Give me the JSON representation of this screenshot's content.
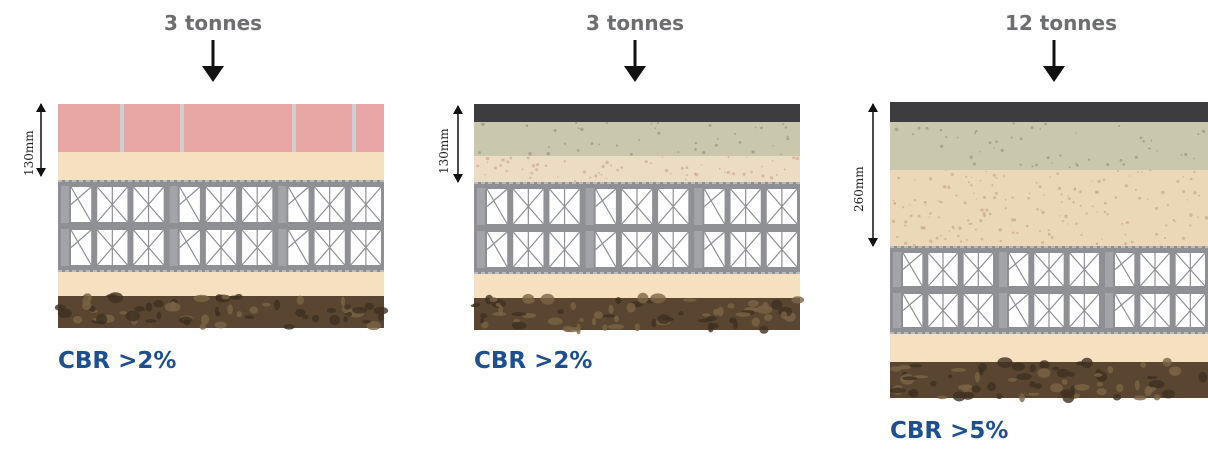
{
  "diagram": {
    "panels": [
      {
        "load": "3 tonnes",
        "depth": "130mm",
        "cbr": "CBR >2%",
        "surface": "block paving"
      },
      {
        "load": "3 tonnes",
        "depth": "130mm",
        "cbr": "CBR >2%",
        "surface": "asphalt"
      },
      {
        "load": "12 tonnes",
        "depth": "260mm",
        "cbr": "CBR >5%",
        "surface": "asphalt"
      }
    ],
    "colors": {
      "label": "#6d6e70",
      "cbr": "#1d4f91",
      "paving": "#e8a7a4",
      "sand": "#f5e1bf",
      "asphalt": "#3d3d3f",
      "aggregate": "#c9c8ad",
      "crate": "#8e9094",
      "soil": "#5a4630"
    }
  }
}
